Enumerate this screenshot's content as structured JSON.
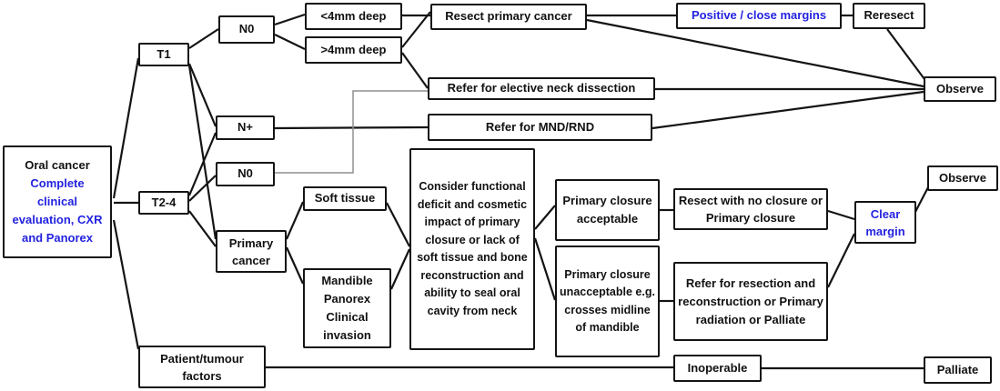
{
  "colors": {
    "blue": "#2323e0",
    "line": "#141414",
    "gray": "#8f8f8f"
  },
  "nodes": {
    "oral_cancer_heading": "Oral cancer",
    "oral_cancer_detail": "Complete clinical evaluation, CXR and Panorex",
    "t1": "T1",
    "t24": "T2-4",
    "n0_t1": "N0",
    "n_plus": "N+",
    "n0_t24": "N0",
    "primary_cancer": "Primary cancer",
    "lt4mm": "<4mm deep",
    "gt4mm": ">4mm deep",
    "resect_primary": "Resect primary cancer",
    "elective_neck": "Refer for elective neck dissection",
    "mnd_rnd": "Refer for MND/RND",
    "soft_tissue": "Soft tissue",
    "mandible": "Mandible Panorex Clinical invasion",
    "consider": "Consider functional deficit and cosmetic impact of primary closure or lack of soft tissue and bone reconstruction and ability to seal oral cavity from neck",
    "closure_acceptable": "Primary closure acceptable",
    "resect_no_closure": "Resect with no closure or Primary closure",
    "closure_unacceptable": "Primary closure unacceptable e.g. crosses midline of mandible",
    "refer_resection": "Refer for resection and reconstruction or Primary radiation or Palliate",
    "positive_margins": "Positive / close margins",
    "reresect": "Reresect",
    "observe_top": "Observe",
    "clear_margin": "Clear margin",
    "observe_mid": "Observe",
    "patient_factors": "Patient/tumour factors",
    "inoperable": "Inoperable",
    "palliate": "Palliate"
  }
}
